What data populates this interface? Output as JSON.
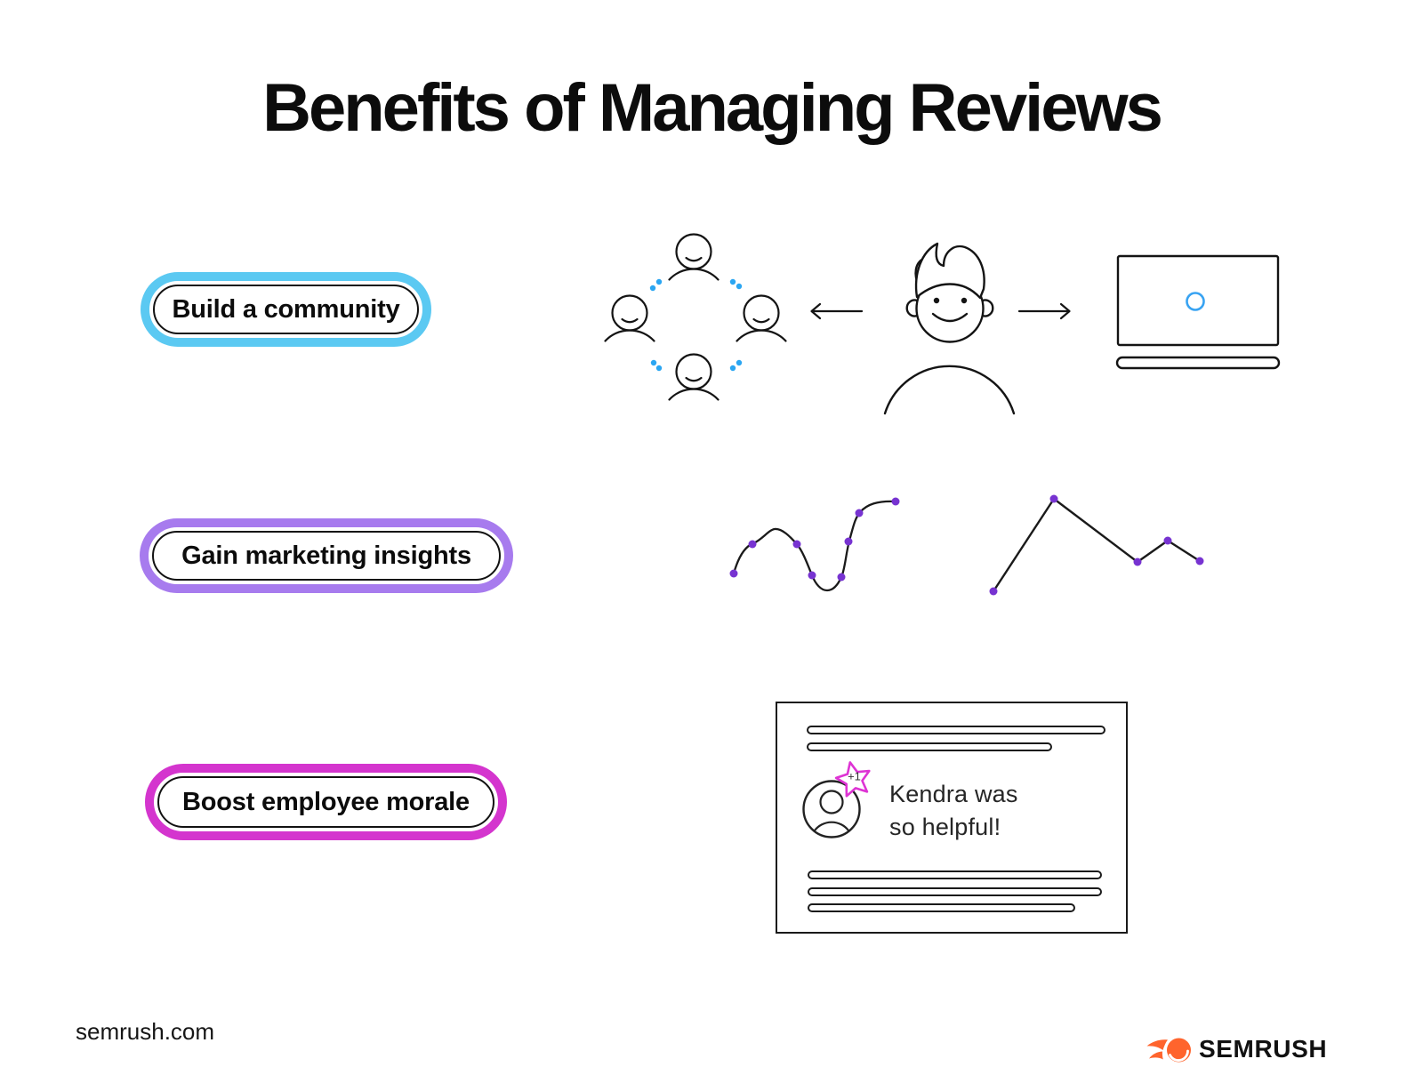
{
  "title": "Benefits of Managing Reviews",
  "benefits": [
    {
      "label": "Build a community"
    },
    {
      "label": "Gain marketing insights"
    },
    {
      "label": "Boost employee morale"
    }
  ],
  "review_card": {
    "badge": "+1",
    "line1": "Kendra was",
    "line2": "so helpful!"
  },
  "footer": {
    "site": "semrush.com",
    "brand": "SEMRUSH"
  },
  "colors": {
    "community_accent": "#5BC9F2",
    "insights_accent": "#A77BEE",
    "morale_accent": "#D435CE",
    "star_accent": "#DE34D4",
    "chart_dot": "#7733D1",
    "network_dot": "#2BA6F2",
    "laptop_dot": "#38A3F2",
    "logo_orange": "#FF642D",
    "ink": "#141414"
  },
  "chart_data": [
    {
      "type": "line",
      "style": "smooth",
      "points": [
        [
          35,
          125
        ],
        [
          56,
          92
        ],
        [
          106,
          92
        ],
        [
          123,
          127
        ],
        [
          156,
          129
        ],
        [
          164,
          89
        ],
        [
          176,
          57
        ],
        [
          217,
          44
        ]
      ],
      "title": "",
      "xlabel": "",
      "ylabel": "",
      "note": "decorative wavy trend illustration, no axes or labels"
    },
    {
      "type": "line",
      "style": "straight",
      "points": [
        [
          37,
          145
        ],
        [
          105,
          41
        ],
        [
          199,
          112
        ],
        [
          233,
          88
        ],
        [
          269,
          111
        ]
      ],
      "title": "",
      "xlabel": "",
      "ylabel": "",
      "note": "decorative zigzag trend illustration, no axes or labels"
    }
  ]
}
